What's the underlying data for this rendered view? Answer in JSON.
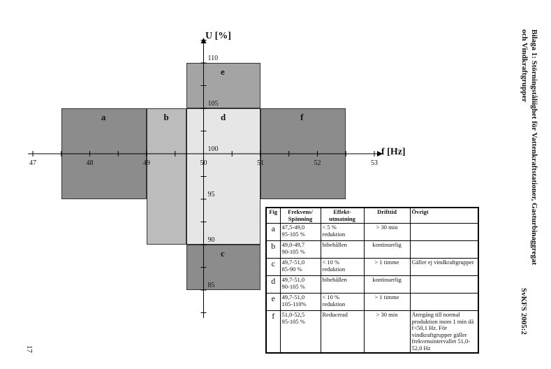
{
  "diagram": {
    "y_axis_title": "U [%]",
    "x_axis_title": "f [Hz]",
    "x_ticks": [
      "47",
      "48",
      "49",
      "50",
      "51",
      "52",
      "53"
    ],
    "y_ticks": [
      "110",
      "105",
      "100",
      "95",
      "90",
      "85"
    ],
    "regions": [
      {
        "label": "a",
        "f_range": [
          47.5,
          49.0
        ],
        "u_range": [
          95,
          105
        ],
        "color": "#8c8c8c"
      },
      {
        "label": "b",
        "f_range": [
          49.0,
          49.7
        ],
        "u_range": [
          90,
          105
        ],
        "color": "#bcbcbc"
      },
      {
        "label": "c",
        "f_range": [
          49.7,
          51.0
        ],
        "u_range": [
          85,
          90
        ],
        "color": "#8c8c8c"
      },
      {
        "label": "d",
        "f_range": [
          49.7,
          51.0
        ],
        "u_range": [
          90,
          105
        ],
        "color": "#e6e6e6"
      },
      {
        "label": "e",
        "f_range": [
          49.7,
          51.0
        ],
        "u_range": [
          105,
          110
        ],
        "color": "#a4a4a4"
      },
      {
        "label": "f",
        "f_range": [
          51.0,
          52.5
        ],
        "u_range": [
          95,
          105
        ],
        "color": "#8c8c8c"
      }
    ]
  },
  "side": {
    "title_line1": "Bilaga 1: Störningståliighet för Vattenkraftstationer, Gasturbinaggregat",
    "title_line2": "och Vindkraftgrupper",
    "code": "SvKFS 2005:2",
    "page_number": "17"
  },
  "table": {
    "headers": [
      "Fig",
      "Frekvens/ Spänning",
      "Effekt- utmatning",
      "Drifttid",
      "Övrigt"
    ],
    "rows": [
      {
        "fig": "a",
        "freq": "47,5-49,0",
        "volt": "95-105 %",
        "effect1": "< 5 %",
        "effect2": "reduktion",
        "time": "> 30 min",
        "other": ""
      },
      {
        "fig": "b",
        "freq": "49,0-49,7",
        "volt": "90-105 %",
        "effect1": "bibehållen",
        "effect2": "",
        "time": "kontinuerlig",
        "other": ""
      },
      {
        "fig": "c",
        "freq": "49,7-51,0",
        "volt": "85-90 %",
        "effect1": "< 10 %",
        "effect2": "reduktion",
        "time": "> 1 timme",
        "other": "Gäller ej vindkraftgrupper"
      },
      {
        "fig": "d",
        "freq": "49,7-51,0",
        "volt": "90-105 %",
        "effect1": "bibehållen",
        "effect2": "",
        "time": "kontinuerlig",
        "other": ""
      },
      {
        "fig": "e",
        "freq": "49,7-51,0",
        "volt": "105-110%",
        "effect1": "< 10 %",
        "effect2": "reduktion",
        "time": "> 1 timme",
        "other": ""
      },
      {
        "fig": "f",
        "freq": "51,0-52,5",
        "volt": "95-105 %",
        "effect1": "Reducerad",
        "effect2": "",
        "time": "> 30 min",
        "other": "Återgång till normal produktion inom 1 min då f<50,1 Hz. För vindkraftgrupper gäller frekvensintervallet 51,0-52,0 Hz"
      }
    ]
  }
}
